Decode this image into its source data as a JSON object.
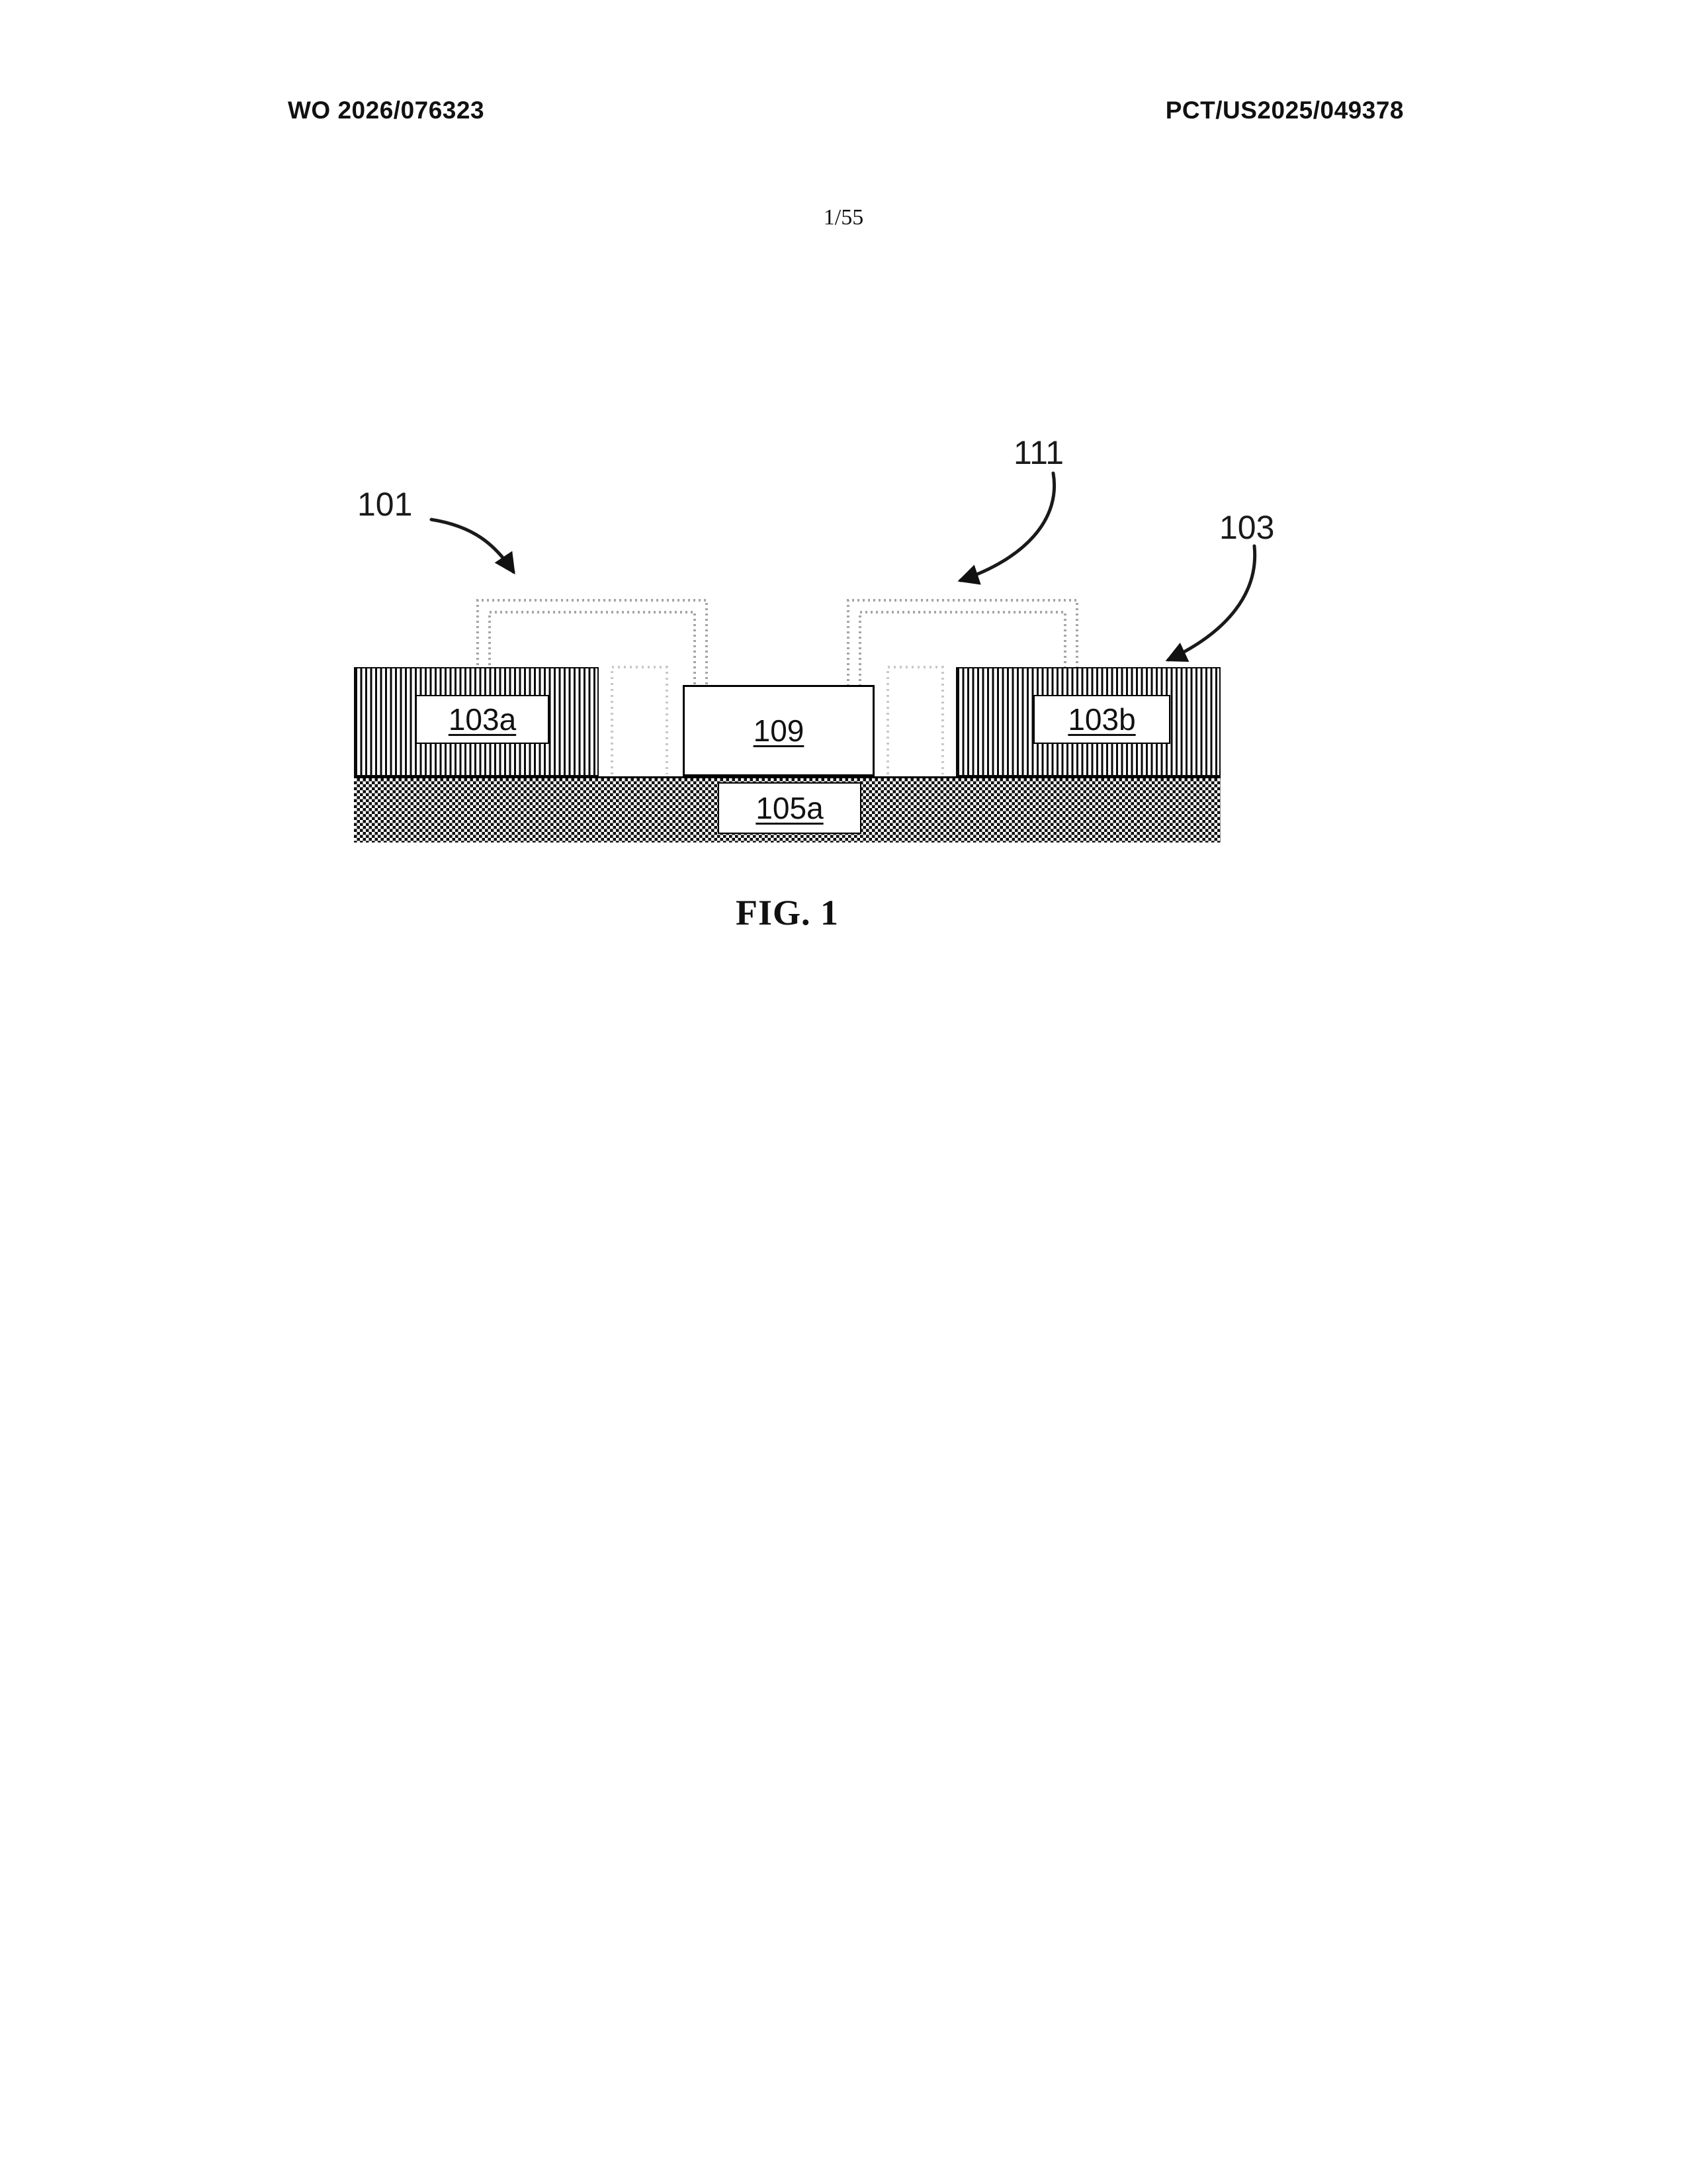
{
  "page": {
    "header_left": "WO 2026/076323",
    "header_right": "PCT/US2025/049378",
    "sheet_number": "1/55",
    "figure_caption": "FIG. 1"
  },
  "figure": {
    "callout_101": "101",
    "callout_111": "111",
    "callout_103": "103",
    "region_103a": "103a",
    "region_109": "109",
    "region_103b": "103b",
    "region_105a": "105a"
  }
}
